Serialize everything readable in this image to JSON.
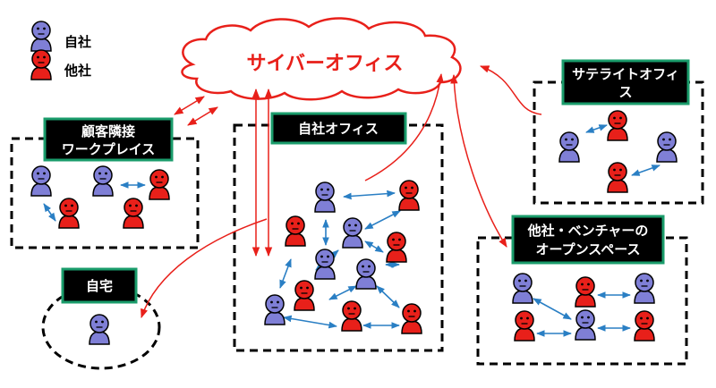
{
  "legend": {
    "own_company": "自社",
    "other_company": "他社"
  },
  "cloud": {
    "label": "サイバーオフィス"
  },
  "areas": {
    "customer_workplace": {
      "line1": "顧客隣接",
      "line2": "ワークプレイス"
    },
    "head_office": {
      "label": "自社オフィス"
    },
    "satellite_office": {
      "line1": "サテライトオフィ",
      "line2": "ス"
    },
    "home": {
      "label": "自宅"
    },
    "open_space": {
      "line1": "他社・ベンチャーの",
      "line2": "オープンスペース"
    }
  },
  "colors": {
    "own_company": "#7f7fd6",
    "other_company": "#e8201a",
    "cloud_stroke": "#e8201a",
    "label_border": "#1a9c6b",
    "blue_arrow": "#2a7fc4"
  },
  "icons": {
    "person_own": "person-own-company-icon",
    "person_other": "person-other-company-icon"
  }
}
